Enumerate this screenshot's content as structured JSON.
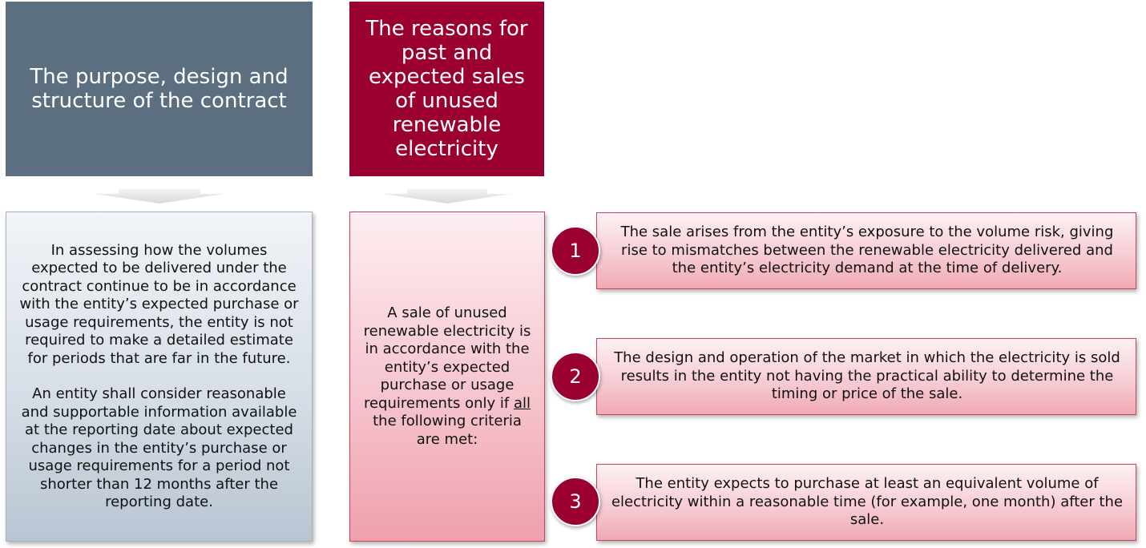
{
  "header_left": {
    "text": "The purpose, design and structure of the contract",
    "color": "#5c6f80"
  },
  "header_middle": {
    "text": "The reasons for past and expected sales of unused renewable electricity",
    "color": "#9a0030"
  },
  "left_content": {
    "paragraph_1": "In assessing how the volumes expected to be delivered under the contract continue to be in accordance with the entity’s expected purchase or usage requirements, the entity is not required to make a detailed estimate for periods that are far in the future.",
    "paragraph_2": "An entity shall consider reasonable and supportable information available at the reporting date about expected changes in the entity’s purchase or usage requirements for a period not shorter than 12 months after the reporting date."
  },
  "middle_content": {
    "text_before": "A sale of unused renewable electricity is in accordance with the entity’s expected purchase or usage requirements only if ",
    "emphasis": "all",
    "text_after": " the following criteria are met:"
  },
  "criteria": [
    {
      "number": "1",
      "text": "The sale arises from the entity’s exposure to the volume risk, giving rise to mismatches between the renewable electricity delivered and the entity’s electricity demand at the time of delivery."
    },
    {
      "number": "2",
      "text": "The design and operation of the market in which the electricity is sold results in the entity not having the practical ability to determine the timing or price of the sale."
    },
    {
      "number": "3",
      "text": "The entity expects to purchase at least an equivalent volume of electricity within a reasonable time (for example, one month) after the sale."
    }
  ],
  "colors": {
    "slate": "#5c6f80",
    "crimson": "#9a0030",
    "arrow": "#e4e4e4"
  }
}
